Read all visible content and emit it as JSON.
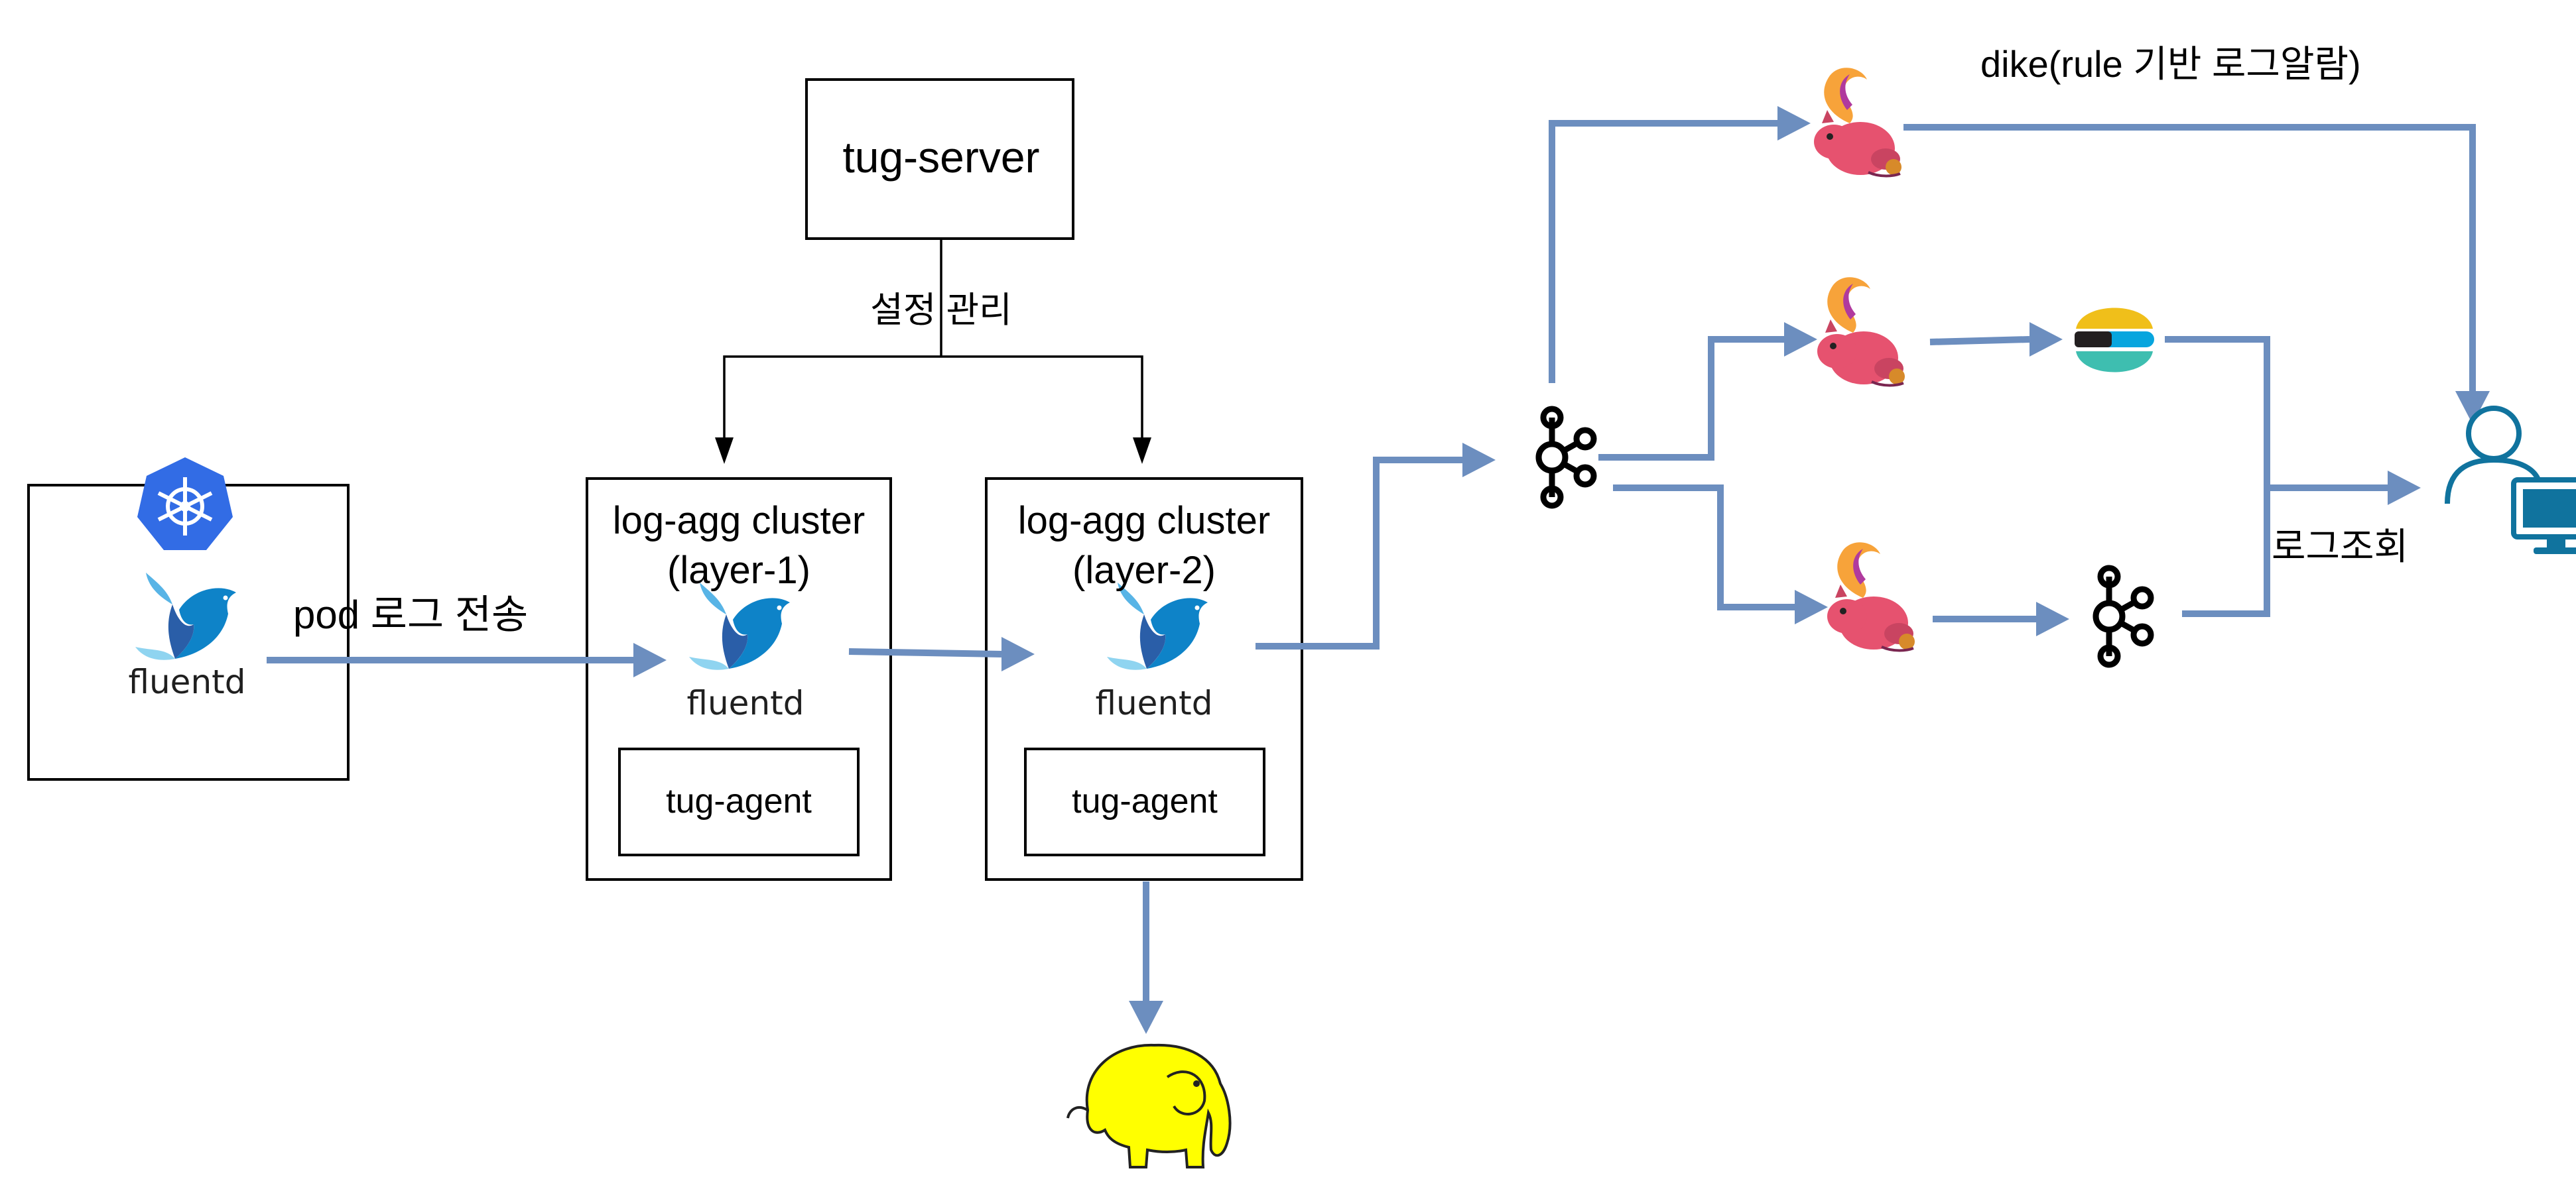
{
  "nodes": {
    "tug_server": "tug-server",
    "cluster1_title_l1": "log-agg cluster",
    "cluster1_title_l2": "(layer-1)",
    "cluster2_title_l1": "log-agg cluster",
    "cluster2_title_l2": "(layer-2)",
    "agent1": "tug-agent",
    "agent2": "tug-agent"
  },
  "labels": {
    "config_mgmt": "설정 관리",
    "pod_log_send": "pod 로그 전송",
    "dike": "dike(rule 기반 로그알람)",
    "log_query": "로그조회"
  },
  "logos": {
    "fluentd_text": "fluentd"
  },
  "icons": {
    "k8s": "kubernetes-icon",
    "fluentd": "fluentd-icon",
    "kafka": "kafka-icon",
    "flink": "flink-squirrel-icon",
    "elastic": "elasticsearch-icon",
    "hadoop": "hadoop-elephant-icon",
    "user": "user-computer-icon"
  },
  "colors": {
    "edge": "#6c8ebf",
    "k8s": "#326ce5",
    "fluentd_dark": "#0e83c8",
    "flink_pink": "#e6526f",
    "hadoop_yellow": "#ffff00",
    "user_blue": "#10739e"
  }
}
